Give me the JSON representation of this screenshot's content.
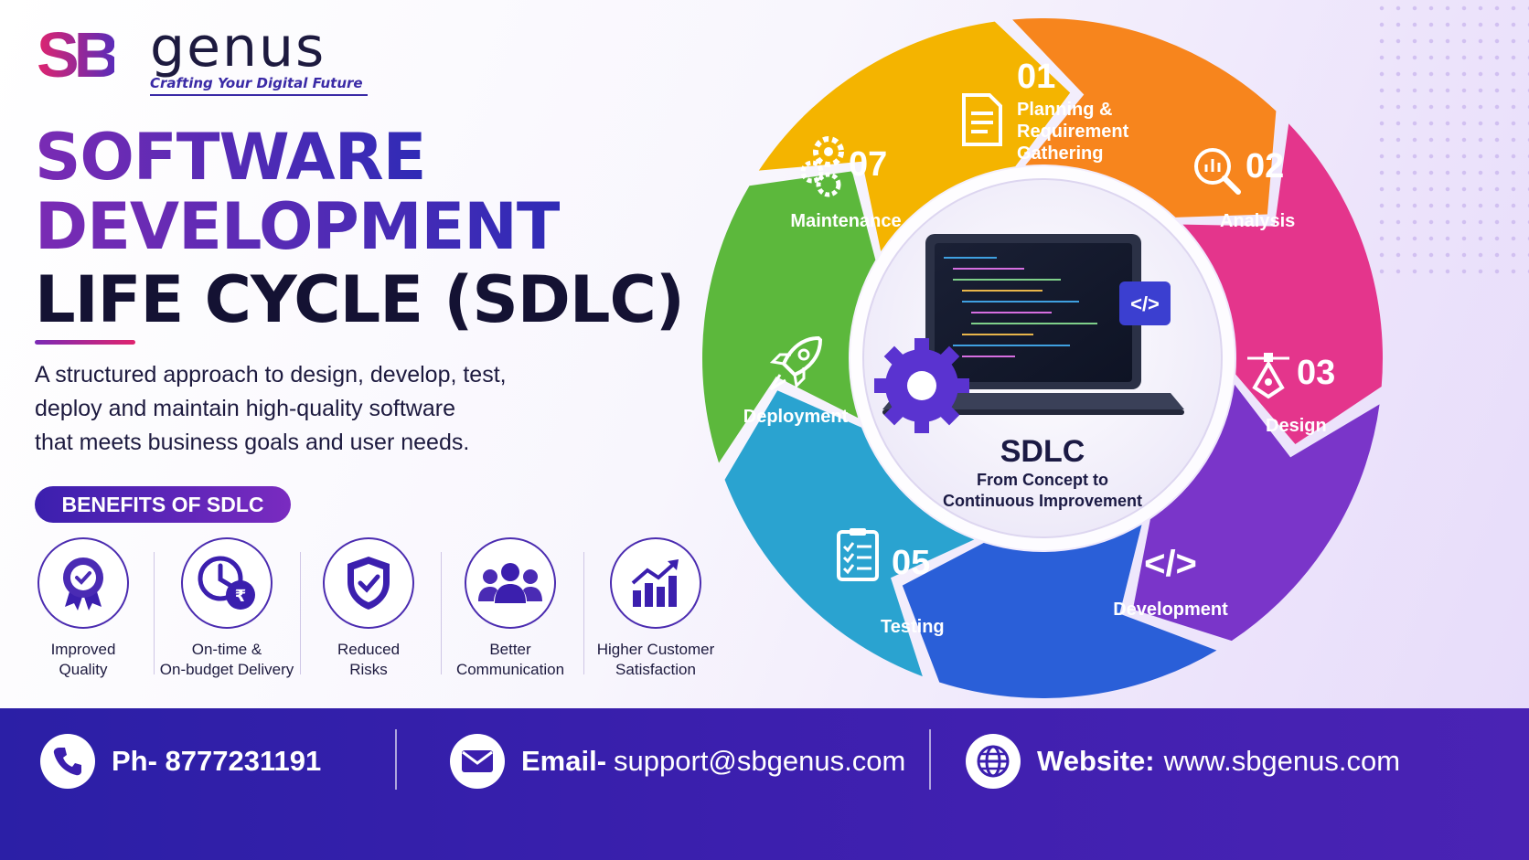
{
  "logo": {
    "mark": "SB",
    "name": "genus",
    "tagline": "Crafting Your Digital Future"
  },
  "title": {
    "line1": "SOFTWARE",
    "line2": "DEVELOPMENT",
    "line3": "LIFE CYCLE (SDLC)"
  },
  "description": [
    "A structured approach to design, develop, test,",
    "deploy and maintain high-quality software",
    "that meets business goals and user needs."
  ],
  "benefits_heading": "BENEFITS OF SDLC",
  "benefits": [
    {
      "line1": "Improved",
      "line2": "Quality",
      "icon": "award-icon"
    },
    {
      "line1": "On-time &",
      "line2": "On-budget Delivery",
      "icon": "clock-rupee-icon"
    },
    {
      "line1": "Reduced",
      "line2": "Risks",
      "icon": "shield-check-icon"
    },
    {
      "line1": "Better",
      "line2": "Communication",
      "icon": "team-icon"
    },
    {
      "line1": "Higher Customer",
      "line2": "Satisfaction",
      "icon": "growth-chart-icon"
    }
  ],
  "cycle": {
    "center_title": "SDLC",
    "center_sub1": "From Concept to",
    "center_sub2": "Continuous Improvement",
    "code_tag": "</>",
    "stages": [
      {
        "num": "01",
        "label1": "Planning &",
        "label2": "Requirement",
        "label3": "Gathering",
        "color": "#f4b400",
        "icon": "document-list-icon"
      },
      {
        "num": "02",
        "label1": "Analysis",
        "color": "#f7851d",
        "icon": "magnifier-chart-icon"
      },
      {
        "num": "03",
        "label1": "Design",
        "color": "#e4358c",
        "icon": "pen-tool-icon"
      },
      {
        "num": "",
        "label1": "Development",
        "color": "#7a35c9",
        "icon": "code-icon",
        "icon_text": "</>"
      },
      {
        "num": "05",
        "label1": "Testing",
        "color": "#2a5fd8",
        "icon": "checklist-icon"
      },
      {
        "num": "",
        "label1": "Deployment",
        "color": "#2aa3d0",
        "icon": "rocket-icon"
      },
      {
        "num": "07",
        "label1": "Maintenance",
        "color": "#5cb83c",
        "icon": "gears-icon"
      }
    ]
  },
  "footer": {
    "phone": "Ph- 8777231191",
    "email_label": "Email-",
    "email": "support@sbgenus.com",
    "website_label": "Website:",
    "website": "www.sbgenus.com"
  },
  "colors": {
    "brand_purple": "#3b1fae",
    "brand_pink": "#e0246e",
    "footer_bg": "#3a1fae"
  }
}
